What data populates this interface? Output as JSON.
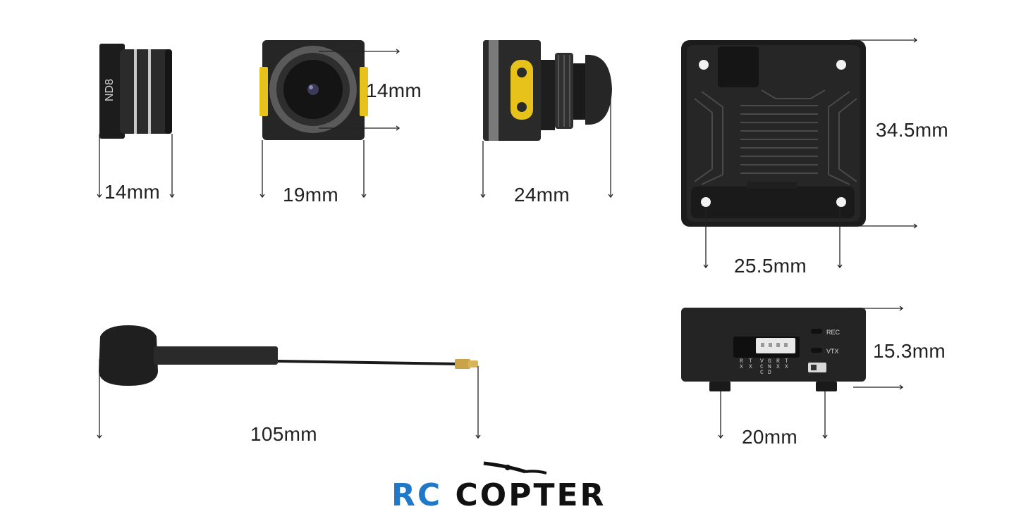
{
  "dimensions": {
    "nd_filter_width": "14mm",
    "camera_height": "14mm",
    "camera_width": "19mm",
    "camera_depth": "24mm",
    "vtx_height": "34.5mm",
    "vtx_hole_spacing": "25.5mm",
    "antenna_length": "105mm",
    "vtx_thickness": "15.3mm",
    "vtx_side_width": "20mm"
  },
  "labels": {
    "nd_filter": "ND8",
    "rec": "REC",
    "vtx": "VTX",
    "pin_tx": "T\nX",
    "pin_rx": "R\nX"
  },
  "logo": {
    "rc": "RC",
    "copter": "COPTER"
  },
  "colors": {
    "background": "#ffffff",
    "body": "#2a2a2a",
    "accent_yellow": "#e6c21a",
    "logo_blue": "#1f78c8"
  }
}
